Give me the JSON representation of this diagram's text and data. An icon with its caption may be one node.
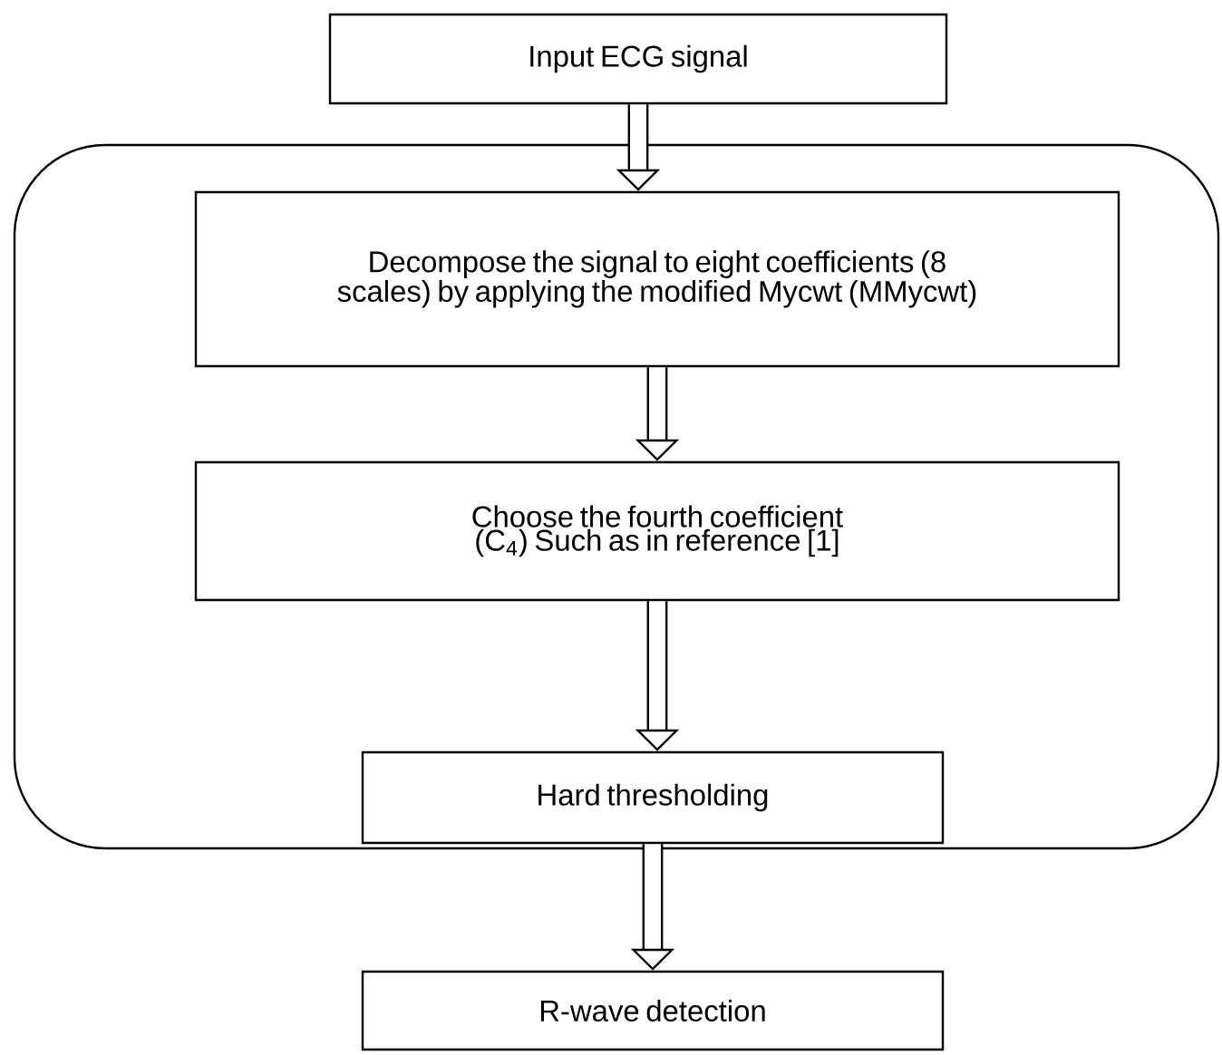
{
  "diagram": {
    "nodes": [
      {
        "text": [
          "Input ECG signal"
        ]
      },
      {
        "text": [],
        "shape": "box"
      },
      {
        "text": [
          "Decompose the signal to eight coefficients (8 scales) by applying the modified Mycwt (MMycwt)"
        ],
        "in": 1
      },
      {
        "text": [
          "Choose the fourth coefficient (C$_{4}$) Such as in reference [1]"
        ],
        "in": 1
      },
      {
        "text": [
          "Hard thresholding"
        ],
        "in": 1
      },
      {
        "text": [
          "R-wave detection"
        ]
      }
    ],
    "edges": [
      {
        "from": 0,
        "to": 2,
        "arrow": "to"
      },
      {
        "from": 2,
        "to": 3,
        "arrow": "to"
      },
      {
        "from": 3,
        "to": 4,
        "arrow": "to"
      },
      {
        "from": 4,
        "to": 5,
        "arrow": "to"
      }
    ]
  }
}
